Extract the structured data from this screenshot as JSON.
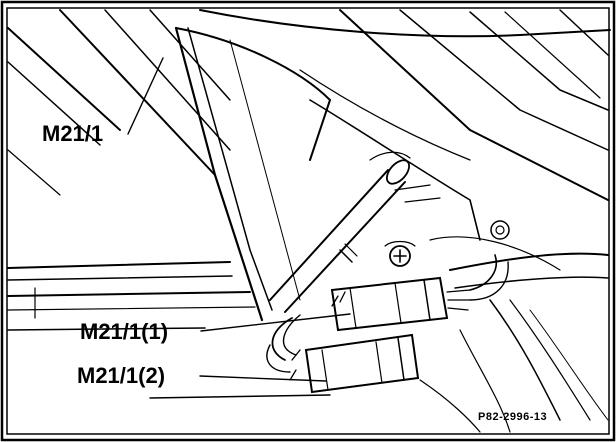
{
  "labels": {
    "motor": "M21/1",
    "connector1": "M21/1(1)",
    "connector2": "M21/1(2)"
  },
  "figure_ref": "P82-2996-13",
  "colors": {
    "ink": "#000000",
    "paper": "#ffffff"
  }
}
